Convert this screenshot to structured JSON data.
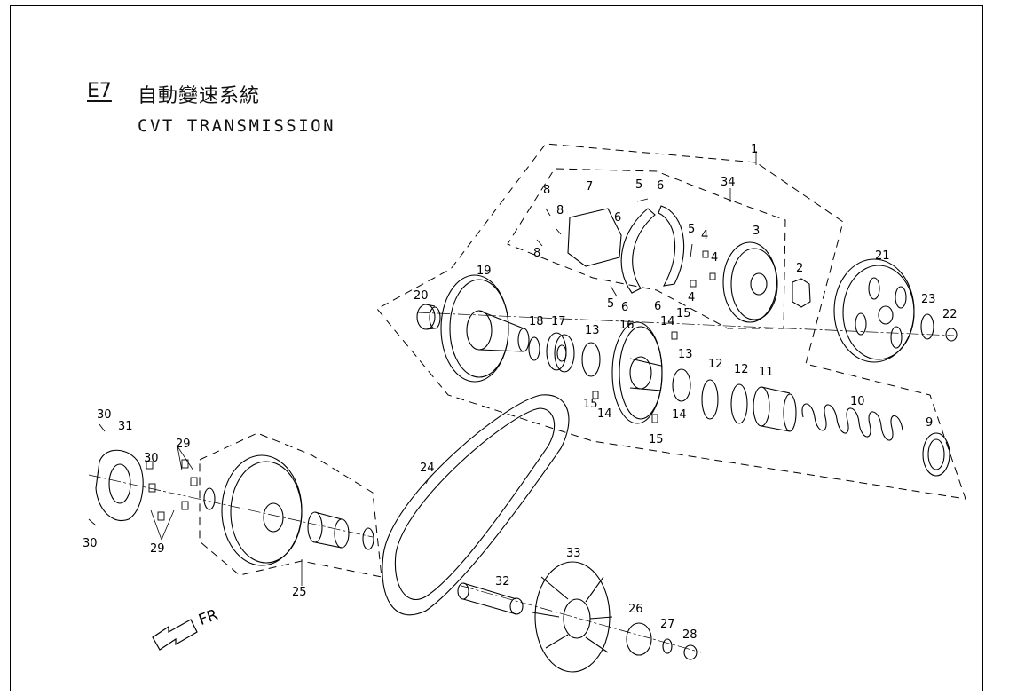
{
  "title": {
    "code": "E7",
    "zh": "自動變速系統",
    "en": "CVT TRANSMISSION"
  },
  "direction_label": "FR",
  "callouts": [
    "1",
    "2",
    "3",
    "4",
    "4",
    "4",
    "5",
    "5",
    "5",
    "6",
    "6",
    "6",
    "6",
    "7",
    "8",
    "8",
    "8",
    "9",
    "10",
    "11",
    "12",
    "12",
    "13",
    "13",
    "14",
    "14",
    "14",
    "15",
    "15",
    "15",
    "16",
    "17",
    "18",
    "19",
    "20",
    "21",
    "22",
    "23",
    "24",
    "25",
    "26",
    "27",
    "28",
    "29",
    "29",
    "30",
    "30",
    "30",
    "31",
    "32",
    "33",
    "34"
  ]
}
